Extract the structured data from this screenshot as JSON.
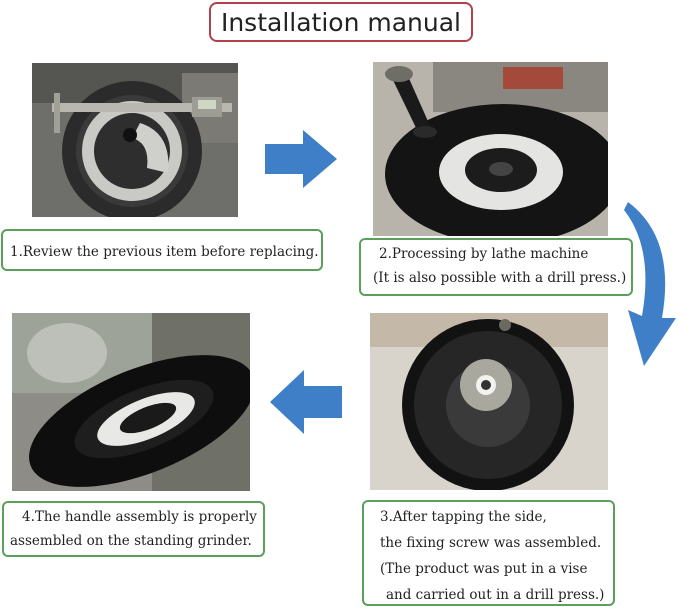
{
  "title": "Installation manual",
  "steps": [
    {
      "caption_lines": [
        "1.Review the previous item before replacing."
      ]
    },
    {
      "caption_lines": [
        "2.Processing by lathe machine",
        "(It is also possible with a drill press.)"
      ]
    },
    {
      "caption_lines": [
        "3.After tapping the side,",
        "the fixing screw was assembled.",
        "(The product was put in a vise",
        "and carried out in a drill press.)"
      ]
    },
    {
      "caption_lines": [
        "4.The handle assembly is properly",
        "assembled on the standing grinder."
      ]
    }
  ],
  "colors": {
    "title_border": "#b3404a",
    "caption_border": "#5aa05a",
    "arrow": "#3f7fc8"
  }
}
